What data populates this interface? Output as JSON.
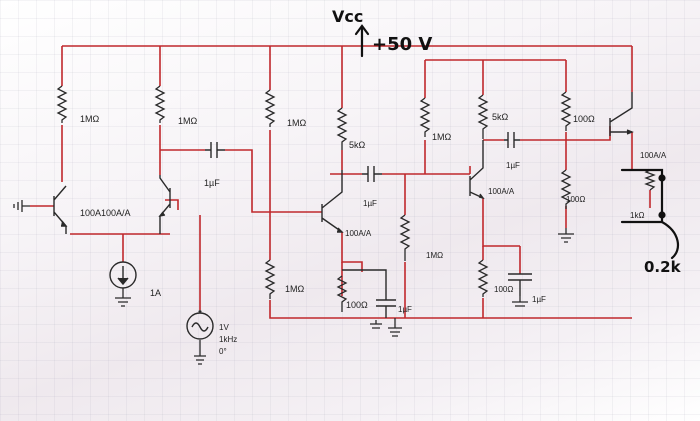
{
  "handwritten": {
    "vcc": "Vcc",
    "supply": "+50 V",
    "load_note": "0.2k"
  },
  "colors": {
    "wire": "#c0282c",
    "component": "#2a2a2a",
    "ink": "#111111",
    "background": "#ffffff"
  },
  "labels": {
    "r1": "1MΩ",
    "r2": "1MΩ",
    "r3": "1MΩ",
    "r4": "5kΩ",
    "r5": "1MΩ",
    "r6": "5kΩ",
    "r7": "100Ω",
    "c1": "1µF",
    "c2": "1µF",
    "c3": "1µF",
    "q1q2": "100A100A/A",
    "q3": "100A/A",
    "q4": "100A/A",
    "q5": "100A/A",
    "r_lower_left": "1MΩ",
    "r_lower_mid": "1MΩ",
    "r_emitter": "100Ω",
    "c_emitter": "1µF",
    "r_emitter2": "100Ω",
    "c_emitter2": "1µF",
    "r_output": "100Ω",
    "r_load": "1kΩ",
    "current_source": "1A",
    "ac_source": {
      "amplitude": "1V",
      "frequency": "1kHz",
      "phase": "0°"
    }
  }
}
